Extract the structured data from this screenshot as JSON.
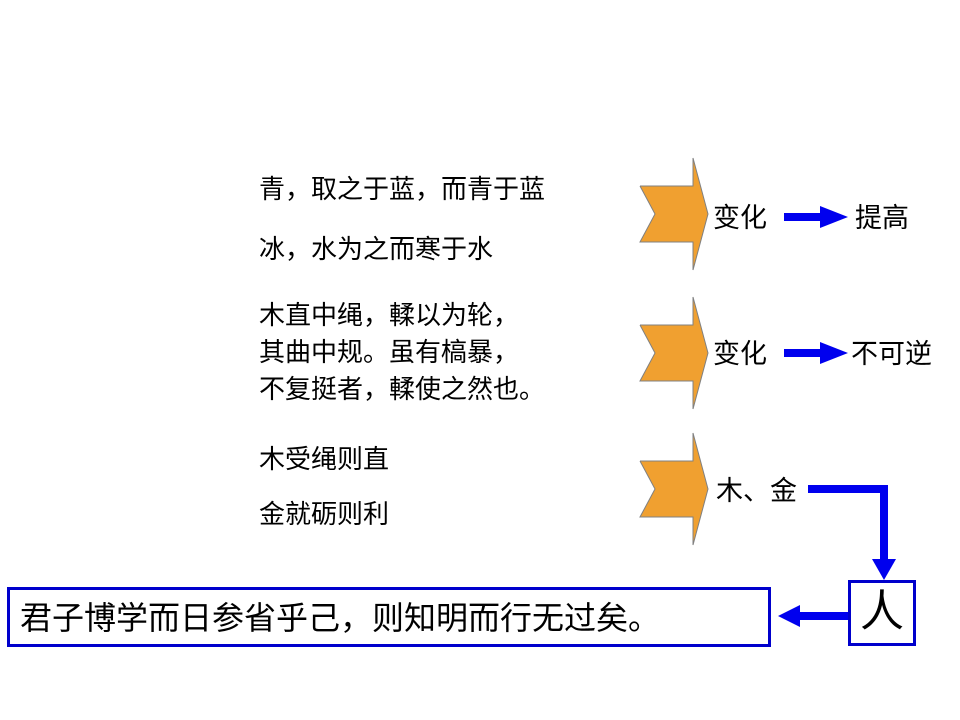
{
  "group1": {
    "line1": "青，取之于蓝，而青于蓝",
    "line2": "冰，水为之而寒于水",
    "label": "变化",
    "result": "提高"
  },
  "group2": {
    "lines": [
      "木直中绳，輮以为轮，",
      "其曲中规。虽有槁暴，",
      "不复挺者，輮使之然也。"
    ],
    "label": "变化",
    "result": "不可逆"
  },
  "group3": {
    "line1": "木受绳则直",
    "line2": "金就砺则利",
    "label": "木、金"
  },
  "person": "人",
  "conclusion": "君子博学而日参省乎己，则知明而行无过矣。",
  "colors": {
    "chevron_fill": "#f0a030",
    "arrow_blue": "#0000ee",
    "box_border": "#0000cc"
  }
}
